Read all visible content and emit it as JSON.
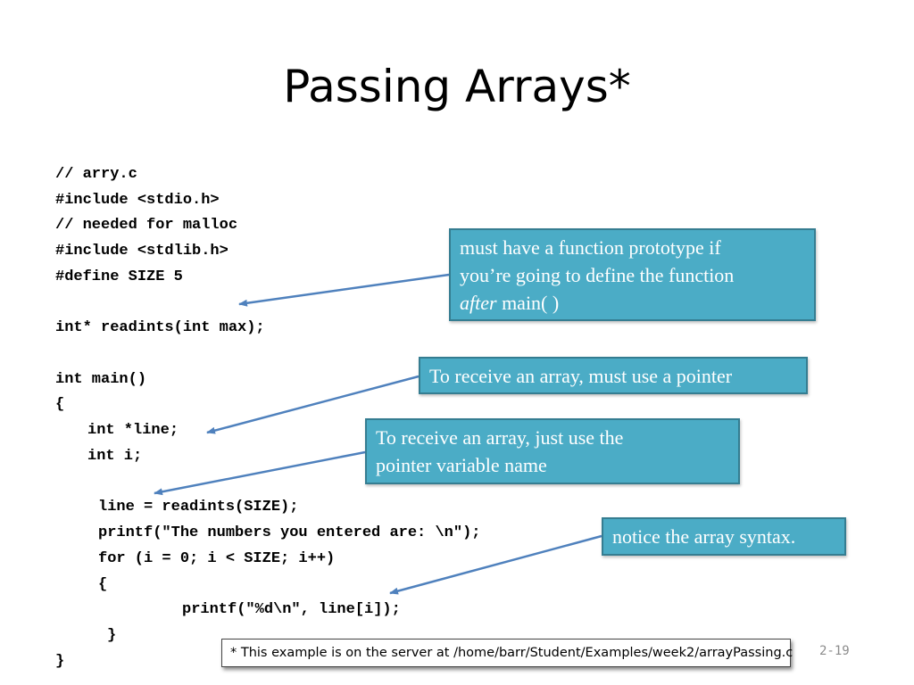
{
  "slide": {
    "title": "Passing Arrays*",
    "slide_number": "2-19"
  },
  "code": {
    "lines": [
      "// arry.c",
      "#include <stdio.h>",
      "// needed for malloc",
      "#include <stdlib.h>",
      "#define SIZE 5",
      "int* readints(int max);",
      "int main()",
      "{",
      "int *line;",
      "int i;",
      "line = readints(SIZE);",
      "printf(\"The numbers you entered are: \\n\");",
      "for (i = 0; i < SIZE; i++)",
      "{",
      "printf(\"%d\\n\", line[i]);",
      "}",
      "}"
    ]
  },
  "callouts": {
    "prototype": {
      "line1": "must have a function prototype if",
      "line2": "you’re going to define the function",
      "line3_italic": "after",
      "line3_rest": " main( )"
    },
    "receive_pointer": "To receive an array, must use a pointer",
    "pointer_name": {
      "line1": "To receive an array, just use the",
      "line2": "pointer variable name"
    },
    "array_syntax": "notice the array syntax."
  },
  "footnote": "*  This example is on the server at /home/barr/Student/Examples/week2/arrayPassing.c",
  "colors": {
    "callout_fill": "#4bacc6",
    "callout_border": "#357d91",
    "arrow": "#4f81bd"
  }
}
